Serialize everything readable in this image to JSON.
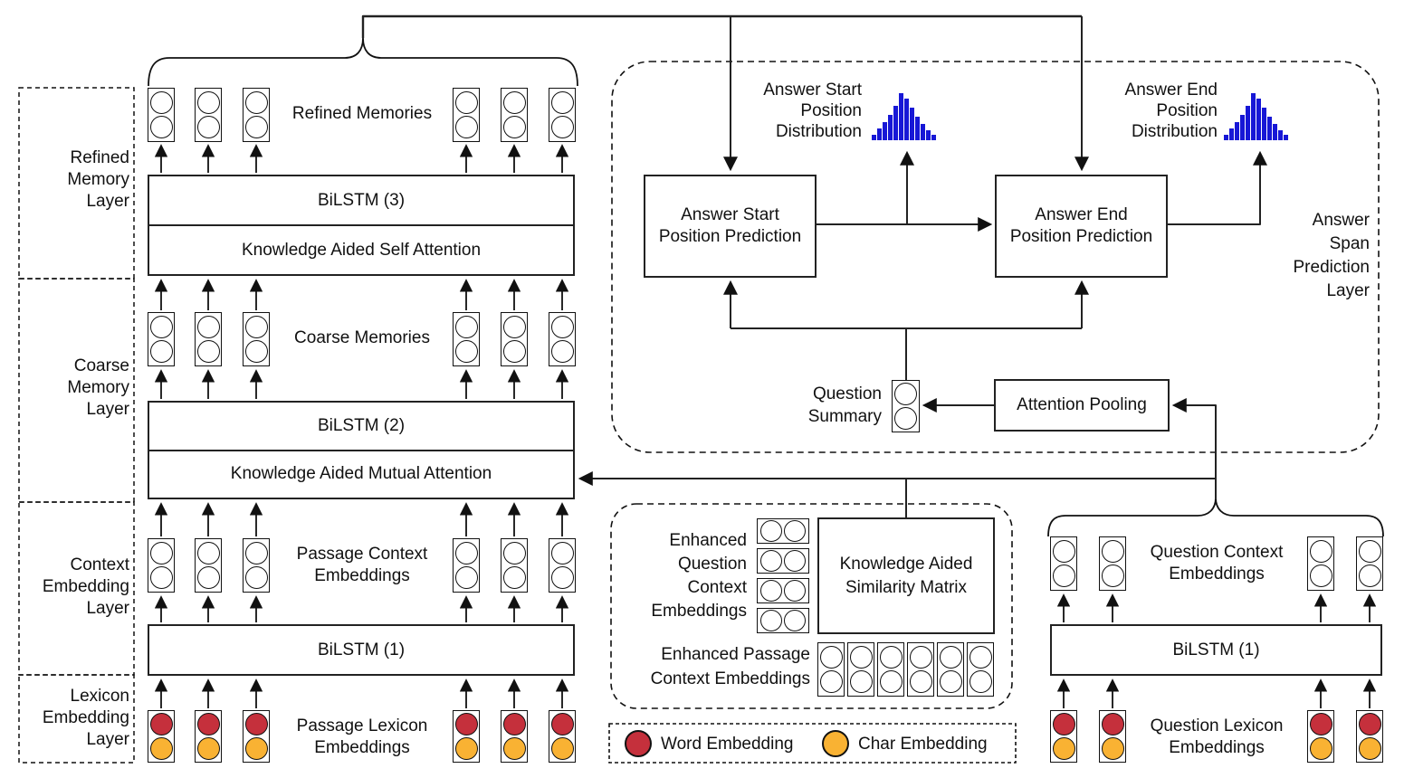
{
  "palette": {
    "word": "#C5303C",
    "char": "#F9B233",
    "dist": "#1717D6",
    "line": "#222222"
  },
  "left_layers": {
    "refined": "Refined\nMemory\nLayer",
    "coarse": "Coarse\nMemory\nLayer",
    "context": "Context\nEmbedding\nLayer",
    "lexicon": "Lexicon\nEmbedding\nLayer"
  },
  "passage_column": {
    "refined_memories": "Refined Memories",
    "bilstm3": "BiLSTM (3)",
    "self_attention": "Knowledge Aided Self Attention",
    "coarse_memories": "Coarse Memories",
    "bilstm2": "BiLSTM (2)",
    "mutual_attention": "Knowledge Aided Mutual Attention",
    "context_embeddings": "Passage Context\nEmbeddings",
    "bilstm1": "BiLSTM (1)",
    "lexicon_embeddings": "Passage Lexicon\nEmbeddings"
  },
  "answer_panel": {
    "layer_label": "Answer\nSpan\nPrediction\nLayer",
    "start_distribution": "Answer Start\nPosition\nDistribution",
    "end_distribution": "Answer End\nPosition\nDistribution",
    "start_prediction": "Answer Start\nPosition Prediction",
    "end_prediction": "Answer End\nPosition Prediction",
    "question_summary": "Question\nSummary",
    "attention_pooling": "Attention Pooling",
    "start_bars": [
      6,
      13,
      20,
      28,
      38,
      52,
      46,
      36,
      26,
      18,
      11,
      6
    ],
    "end_bars": [
      6,
      13,
      20,
      28,
      38,
      52,
      46,
      36,
      26,
      18,
      11,
      6
    ]
  },
  "fusion_panel": {
    "enhanced_question": "Enhanced\nQuestion\nContext\nEmbeddings",
    "similarity_matrix": "Knowledge Aided\nSimilarity Matrix",
    "enhanced_passage": "Enhanced Passage\nContext Embeddings"
  },
  "question_column": {
    "context_embeddings": "Question Context\nEmbeddings",
    "bilstm1": "BiLSTM (1)",
    "lexicon_embeddings": "Question Lexicon\nEmbeddings"
  },
  "legend": {
    "word": "Word Embedding",
    "char": "Char Embedding"
  }
}
